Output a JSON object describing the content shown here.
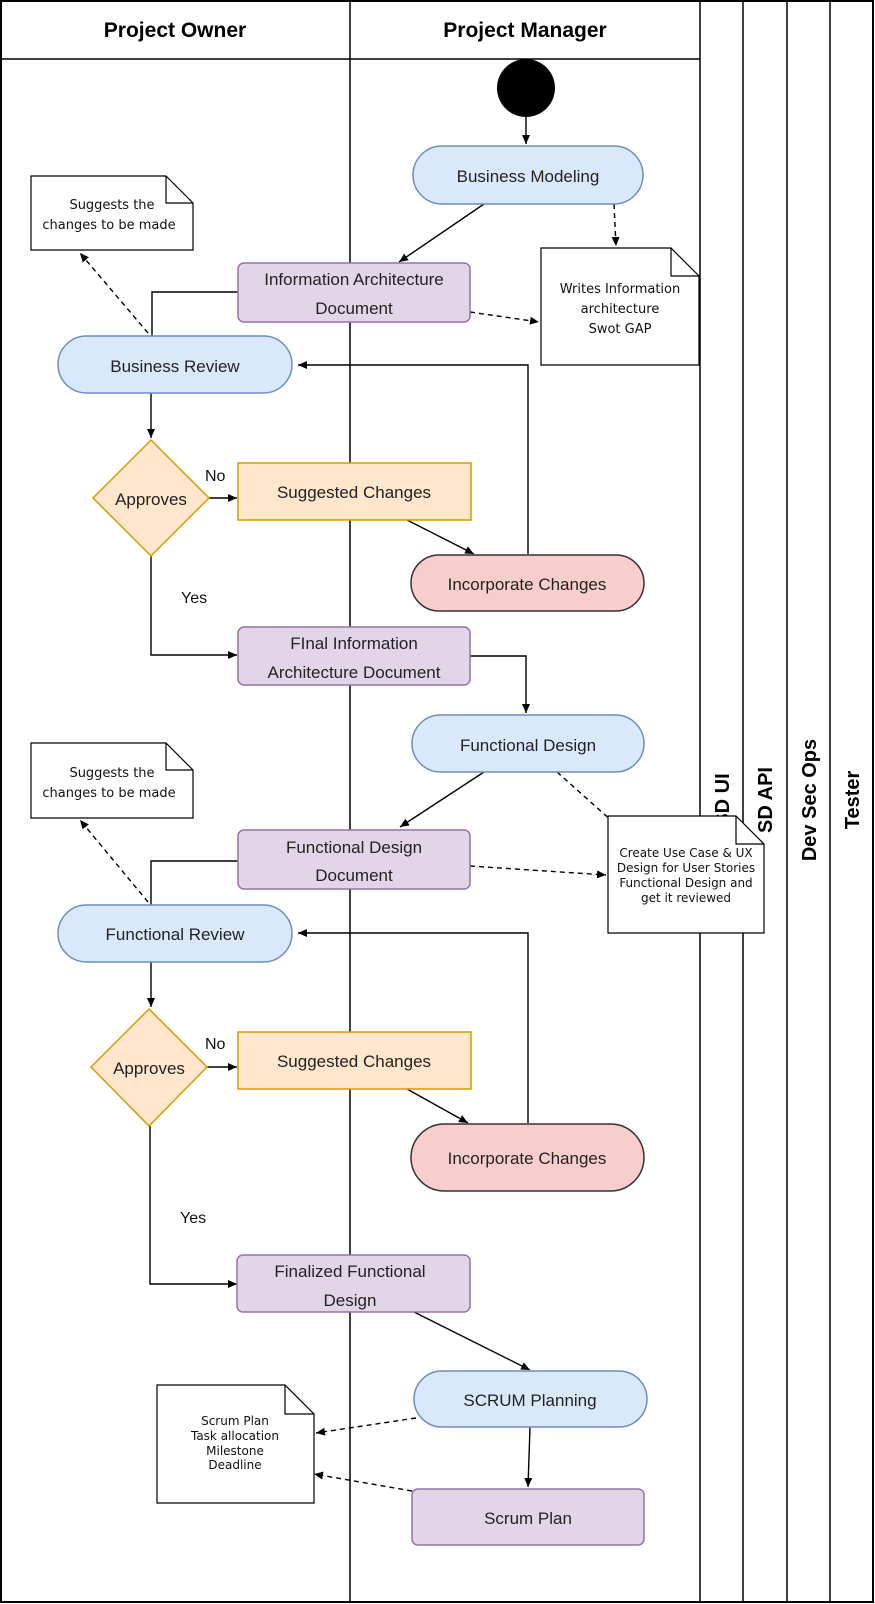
{
  "lanes": {
    "project_owner": "Project Owner",
    "project_manager": "Project Manager",
    "sd_ui": "SD UI",
    "sd_api": "SD API",
    "dev_sec_ops": "Dev Sec Ops",
    "tester": "Tester"
  },
  "nodes": {
    "business_modeling": "Business Modeling",
    "info_arch_doc": [
      "Information Architecture",
      "Document"
    ],
    "business_review": "Business Review",
    "approves_1": "Approves",
    "suggested_changes_1": "Suggested Changes",
    "incorporate_changes_1": "Incorporate Changes",
    "final_info_arch": [
      "FInal Information",
      "Architecture Document"
    ],
    "functional_design": "Functional Design",
    "functional_design_doc": [
      "Functional Design",
      "Document"
    ],
    "functional_review": "Functional Review",
    "approves_2": "Approves",
    "suggested_changes_2": "Suggested Changes",
    "incorporate_changes_2": "Incorporate Changes",
    "finalized_functional_design": [
      "Finalized Functional",
      "Design"
    ],
    "scrum_planning": "SCRUM Planning",
    "scrum_plan": "Scrum Plan"
  },
  "notes": {
    "note_suggests_1": [
      "Suggests the",
      "changes to be made"
    ],
    "note_writes_info": [
      "Writes Information",
      "architecture",
      "Swot GAP"
    ],
    "note_suggests_2": [
      "Suggests the",
      "changes to be made"
    ],
    "note_use_case": [
      "Create Use Case & UX",
      "Design for User Stories",
      "Functional Design and",
      "get it reviewed"
    ],
    "note_scrum": [
      "Scrum Plan",
      "Task allocation",
      "Milestone",
      "Deadline"
    ]
  },
  "edge_labels": {
    "no_1": "No",
    "yes_1": "Yes",
    "no_2": "No",
    "yes_2": "Yes"
  },
  "colors": {
    "blue_fill": "#dae8fc",
    "blue_stroke": "#6c8ebf",
    "purple_fill": "#e1d5e7",
    "purple_stroke": "#9673a6",
    "orange_fill": "#ffe6cc",
    "orange_stroke": "#d79b00",
    "red_fill": "#f8cecc",
    "red_stroke": "#333333"
  }
}
